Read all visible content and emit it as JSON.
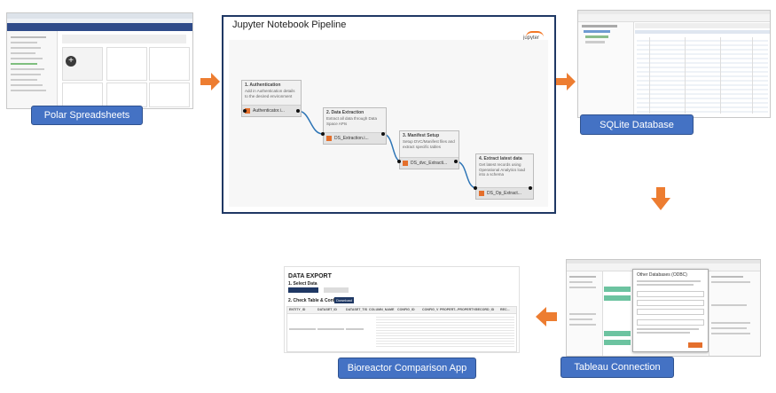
{
  "labels": {
    "polar": "Polar Spreadsheets",
    "sqlite": "SQLite Database",
    "tableau": "Tableau Connection",
    "bioreactor": "Bioreactor Comparison App"
  },
  "pipeline": {
    "title": "Jupyter Notebook Pipeline",
    "logo_text": "jupyter",
    "nodes": [
      {
        "title": "1. Authentication",
        "desc": "Add in Authentication details to the desired environment",
        "file": "Authenticator.i..."
      },
      {
        "title": "2. Data Extraction",
        "desc": "Extract all data through Data Space APIs",
        "file": "DS_Extraction.i..."
      },
      {
        "title": "3. Manifest Setup",
        "desc": "Setup DVC/Manifest files and extract specific tables",
        "file": "DS_dvc_Extracti..."
      },
      {
        "title": "4. Extract latest data",
        "desc": "Get latest records using Operational Analytics load into a schema",
        "file": "DS_Op_Extract..."
      }
    ]
  },
  "bioreactor_app": {
    "title": "DATA EXPORT",
    "step1": "1. Select Data",
    "step2": "2. Check Table & Confir...",
    "download": "Download",
    "columns": [
      "ENTITY_ID",
      "DATASET_ID",
      "DATASET_TIS",
      "COLUMN_NAME",
      "CONFIG_ID",
      "CONFIG_V",
      "PROPERT...",
      "PROPERTY...",
      "RECORD_ID",
      "REC..."
    ]
  },
  "tableau": {
    "dialog_title": "Other Databases (ODBC)"
  },
  "colors": {
    "label_blue": "#4472c4",
    "arrow_orange": "#ed7d31",
    "pipeline_border": "#1f3864",
    "edge_blue": "#2e75b6"
  }
}
